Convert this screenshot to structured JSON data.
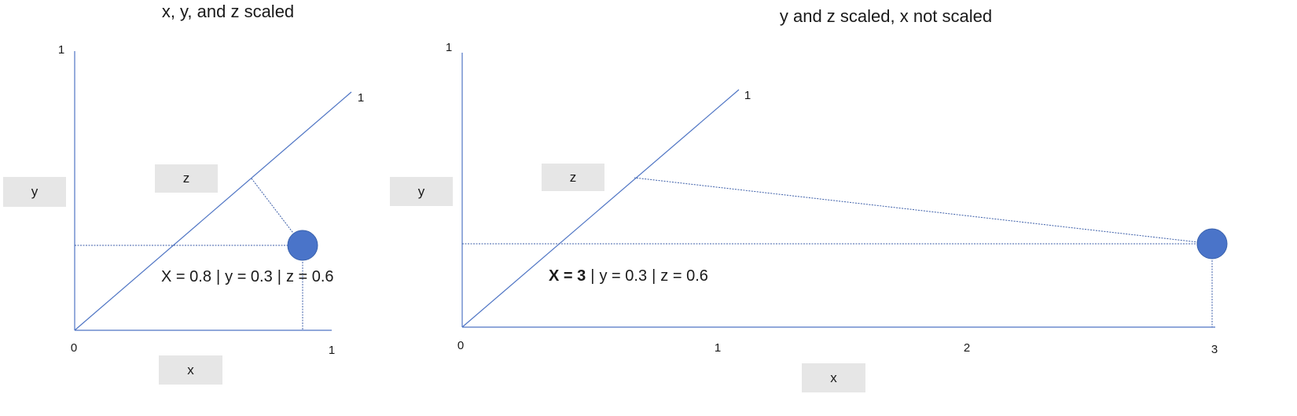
{
  "diagrams": [
    {
      "title": "x, y, and z scaled",
      "axis_labels": {
        "x": "x",
        "y": "y",
        "z": "z"
      },
      "ticks": {
        "origin": "0",
        "x_end": "1",
        "y_end": "1",
        "z_end": "1"
      },
      "readout": {
        "x": "X = 0.8",
        "y": "y = 0.3",
        "z": "z = 0.6",
        "sep": "|"
      }
    },
    {
      "title": "y and z scaled, x not scaled",
      "axis_labels": {
        "x": "x",
        "y": "y",
        "z": "z"
      },
      "ticks": {
        "origin": "0",
        "x1": "1",
        "x2": "2",
        "x3": "3",
        "y_end": "1",
        "z_end": "1"
      },
      "readout": {
        "x": "X = 3",
        "y": "y = 0.3",
        "z": "z = 0.6",
        "sep": "|"
      }
    }
  ],
  "colors": {
    "axis": "#4f75c4",
    "point": "#4a74c9",
    "box": "#e6e6e6"
  }
}
